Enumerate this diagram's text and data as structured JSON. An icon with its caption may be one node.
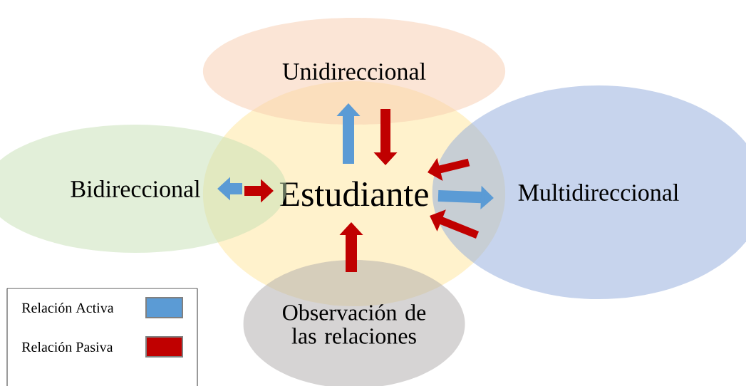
{
  "diagram": {
    "nodes": [
      {
        "text": [
          "Unidireccional"
        ]
      },
      {
        "text": [
          "Bidireccional"
        ]
      },
      {
        "text": [
          "Estudiante"
        ]
      },
      {
        "text": [
          "Multidireccional"
        ]
      },
      {
        "text": [
          "Observación de las relaciones"
        ]
      }
    ],
    "edges": [
      {
        "from": 2,
        "to": 0,
        "arrow": "to",
        "color": "#5b9bd5"
      },
      {
        "from": 0,
        "to": 2,
        "arrow": "to",
        "color": "#c00000"
      },
      {
        "from": 2,
        "to": 1,
        "arrow": "to",
        "color": "#5b9bd5"
      },
      {
        "from": 1,
        "to": 2,
        "arrow": "to",
        "color": "#c00000"
      },
      {
        "from": 2,
        "to": 3,
        "arrow": "to",
        "color": "#5b9bd5"
      },
      {
        "from": 3,
        "to": 2,
        "arrow": "to",
        "color": "#c00000"
      },
      {
        "from": 3,
        "to": 2,
        "arrow": "to",
        "color": "#c00000"
      },
      {
        "from": 4,
        "to": 2,
        "arrow": "to",
        "color": "#c00000"
      }
    ],
    "legend": [
      {
        "text": "Relación Activa",
        "color": "#5b9bd5"
      },
      {
        "text": "Relación Pasiva",
        "color": "#c00000"
      }
    ]
  }
}
